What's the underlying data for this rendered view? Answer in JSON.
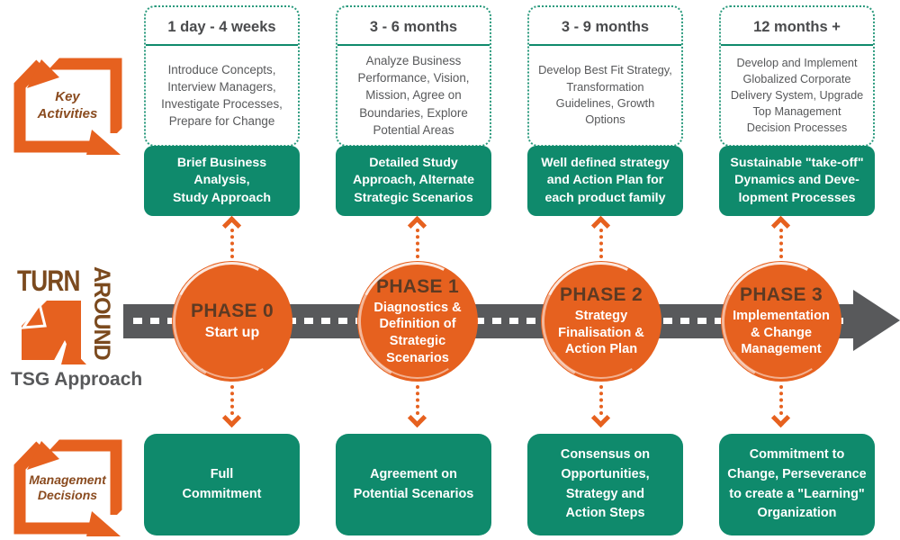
{
  "logo": {
    "turn": "TURN",
    "around": "AROUND",
    "caption": "TSG Approach"
  },
  "side_labels": {
    "top": "Key Activities",
    "bottom": "Management Decisions"
  },
  "columns": [
    {
      "duration": "1 day - 4 weeks",
      "activities": "Introduce Concepts,\nInterview Managers,\nInvestigate Processes,\nPrepare for Change",
      "deliverable": "Brief Business\nAnalysis,\nStudy Approach",
      "decision": "Full\nCommitment"
    },
    {
      "duration": "3 - 6 months",
      "activities": "Analyze Business\nPerformance, Vision,\nMission, Agree on\nBoundaries, Explore\nPotential Areas",
      "deliverable": "Detailed Study\nApproach, Alternate\nStrategic Scenarios",
      "decision": "Agreement on\nPotential Scenarios"
    },
    {
      "duration": "3 - 9 months",
      "activities": "Develop Best Fit Strategy,\nTransformation\nGuidelines, Growth\nOptions",
      "deliverable": "Well defined strategy\nand Action Plan for\neach product family",
      "decision": "Consensus on\nOpportunities,\nStrategy and\nAction Steps"
    },
    {
      "duration": "12 months +",
      "activities": "Develop and Implement\nGlobalized Corporate\nDelivery System, Upgrade\nTop Management\nDecision Processes",
      "deliverable": "Sustainable \"take-off\"\nDynamics and Deve-\nlopment Processes",
      "decision": "Commitment to\nChange, Perseverance\nto create a \"Learning\"\nOrganization"
    }
  ],
  "phases": [
    {
      "title": "PHASE 0",
      "subtitle": "Start up"
    },
    {
      "title": "PHASE 1",
      "subtitle": "Diagnostics &\nDefinition of\nStrategic\nScenarios"
    },
    {
      "title": "PHASE 2",
      "subtitle": "Strategy\nFinalisation &\nAction Plan"
    },
    {
      "title": "PHASE 3",
      "subtitle": "Implementation\n& Change\nManagement"
    }
  ],
  "colors": {
    "orange": "#e6611f",
    "teal": "#0f8a6c",
    "road_gray": "#58595b",
    "logo_brown": "#7b4a1e",
    "phase_title_brown": "#5d3a23"
  }
}
